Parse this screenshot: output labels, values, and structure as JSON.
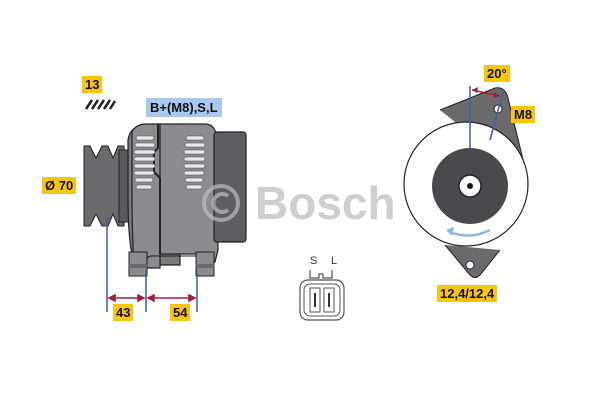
{
  "brand": {
    "watermark_text": "Bosch",
    "copyright_symbol": "©"
  },
  "labels": {
    "pulley_grooves": "13",
    "terminal_spec": "B+(M8),S,L",
    "pulley_diameter": "Ø 70",
    "dimension_a": "43",
    "dimension_b": "54",
    "mount_angle": "20°",
    "mount_bolt": "M8",
    "mount_holes": "12,4/12,4"
  },
  "connector": {
    "pins": [
      "S",
      "L"
    ]
  },
  "icons": {
    "rotation_direction": "counterclockwise-arrow-icon",
    "hatch": "hatch-pattern-icon"
  },
  "colors": {
    "label_yellow": "#f9c511",
    "label_blue": "#a9c9ec",
    "body_gray": "#8c8c8e",
    "dark_gray": "#5a5a5c",
    "dimension_line_blue": "#3a5fa8",
    "dimension_arrow_red": "#a0203a",
    "watermark_gray": "#cfcfd2"
  }
}
